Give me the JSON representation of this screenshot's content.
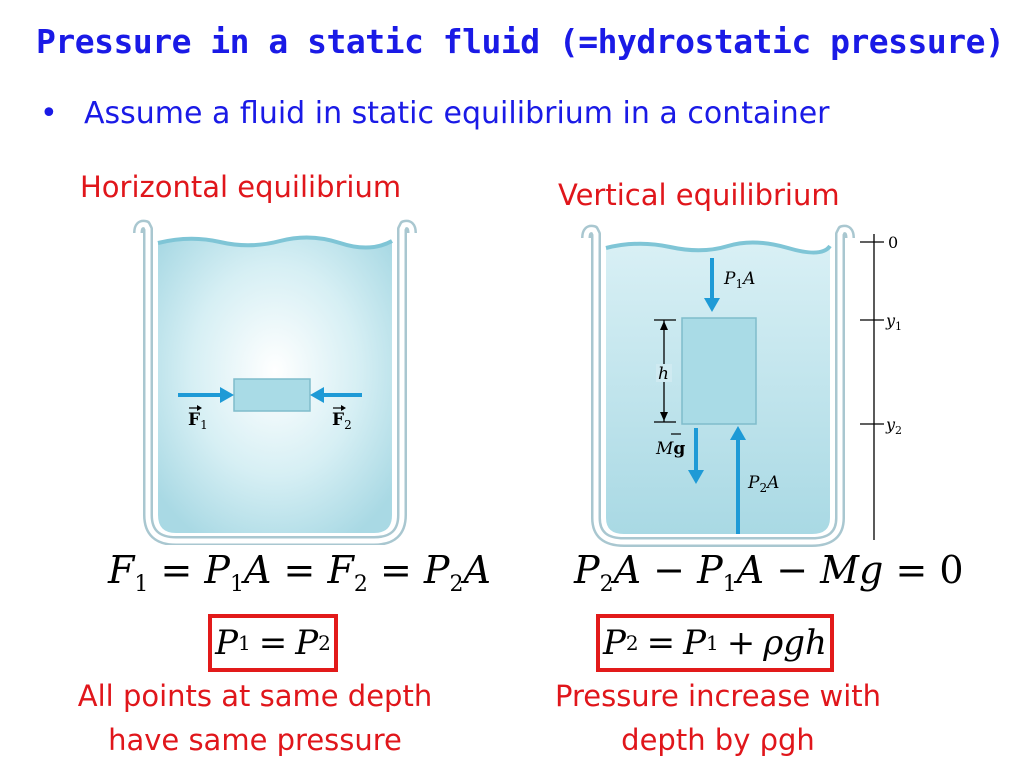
{
  "slide": {
    "title": "Pressure in a static fluid (=hydrostatic pressure)",
    "bullet": "Assume a fluid in static equilibrium in a container"
  },
  "left": {
    "heading": "Horizontal equilibrium",
    "labels": {
      "f1": "F",
      "f1_sub": "1",
      "f2": "F",
      "f2_sub": "2"
    },
    "equation": {
      "F": "F",
      "P": "P",
      "A": "A",
      "s1": "1",
      "s2": "2",
      "eq": "="
    },
    "boxed": {
      "P": "P",
      "s1": "1",
      "s2": "2",
      "eq": "="
    },
    "note_line1": "All points at same depth",
    "note_line2": "have same pressure"
  },
  "right": {
    "heading": "Vertical equilibrium",
    "labels": {
      "top_force": "P",
      "top_force_sub": "1",
      "top_force_A": "A",
      "bottom_force": "P",
      "bottom_force_sub": "2",
      "bottom_force_A": "A",
      "weight_M": "M",
      "weight_g": "g",
      "height": "h",
      "scale_0": "0",
      "scale_y": "y",
      "scale_y1_sub": "1",
      "scale_y2_sub": "2"
    },
    "equation": {
      "P": "P",
      "A": "A",
      "s1": "1",
      "s2": "2",
      "minus": "−",
      "M": "M",
      "g": "g",
      "eq": "=",
      "zero": "0"
    },
    "boxed": {
      "P": "P",
      "s1": "1",
      "s2": "2",
      "eq": "=",
      "plus": "+",
      "rho": "ρ",
      "g": "g",
      "h": "h"
    },
    "note_line1": "Pressure increase with",
    "note_line2_a": "depth by ",
    "note_line2_rho": "ρ",
    "note_line2_b": "gh"
  },
  "colors": {
    "title_blue": "#1a1ae6",
    "heading_red": "#e0161b",
    "box_red": "#e21a1a",
    "fluid": "#bfe6ee",
    "arrow_blue": "#1e9ad6",
    "block": "#a9dbe6"
  }
}
